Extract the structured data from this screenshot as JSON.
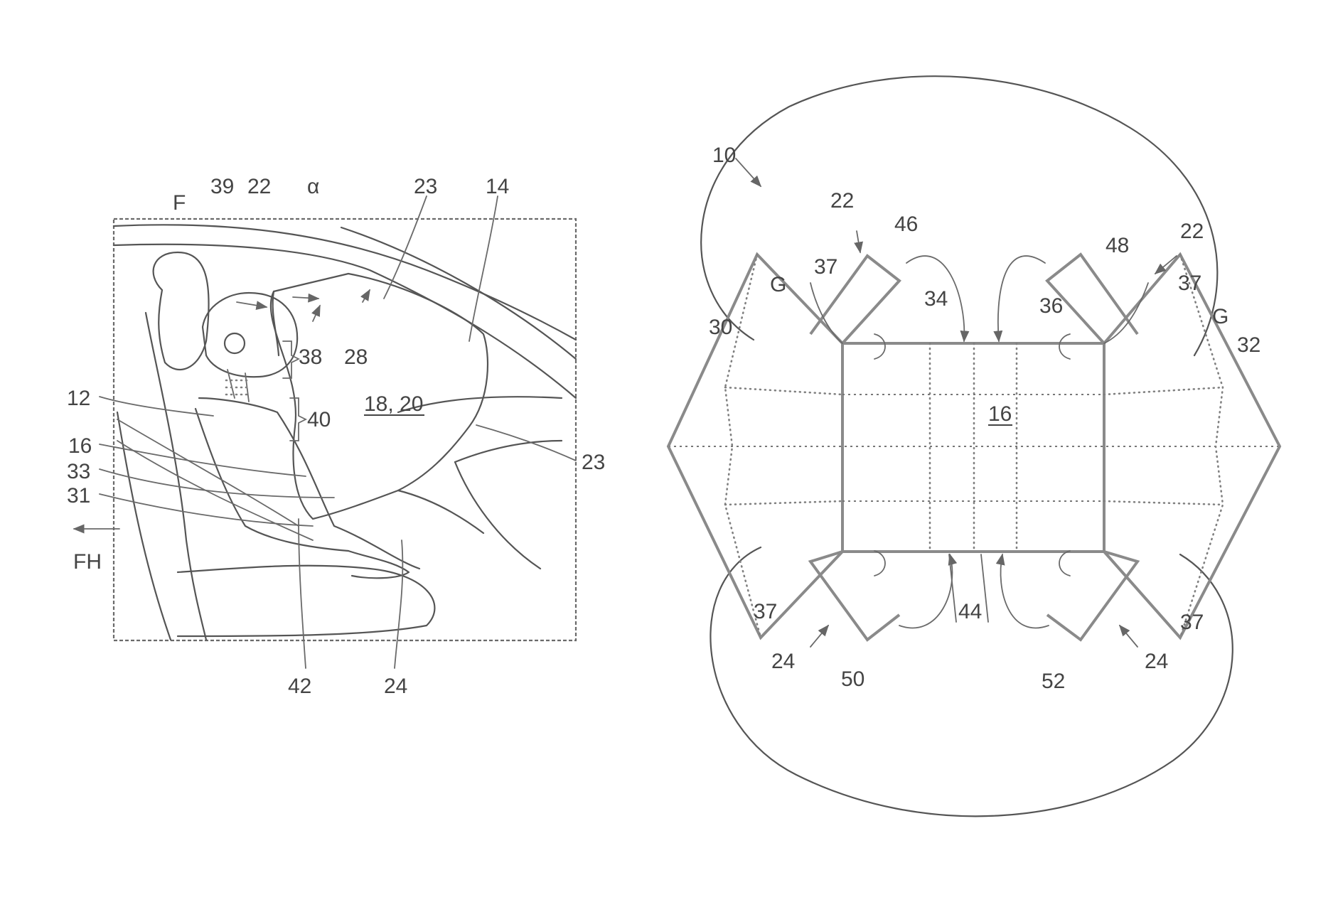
{
  "figure_left": {
    "labels": {
      "F": "F",
      "n39": "39",
      "n22": "22",
      "alpha": "α",
      "n23_top": "23",
      "n14": "14",
      "n38": "38",
      "n28": "28",
      "n40": "40",
      "n18_20": "18, 20",
      "n12": "12",
      "n16": "16",
      "n33": "33",
      "n31": "31",
      "FH": "FH",
      "n23_right": "23",
      "n42": "42",
      "n24": "24"
    }
  },
  "figure_right": {
    "labels": {
      "n10": "10",
      "n22_left": "22",
      "n46": "46",
      "n22_right": "22",
      "n48": "48",
      "n37_top_left": "37",
      "n37_top_right": "37",
      "G_left": "G",
      "G_right": "G",
      "n34": "34",
      "n36": "36",
      "n30": "30",
      "n32": "32",
      "n16": "16",
      "n37_bottom_left": "37",
      "n37_bottom_right": "37",
      "n44": "44",
      "n24_left": "24",
      "n24_right": "24",
      "n50": "50",
      "n52": "52"
    }
  }
}
